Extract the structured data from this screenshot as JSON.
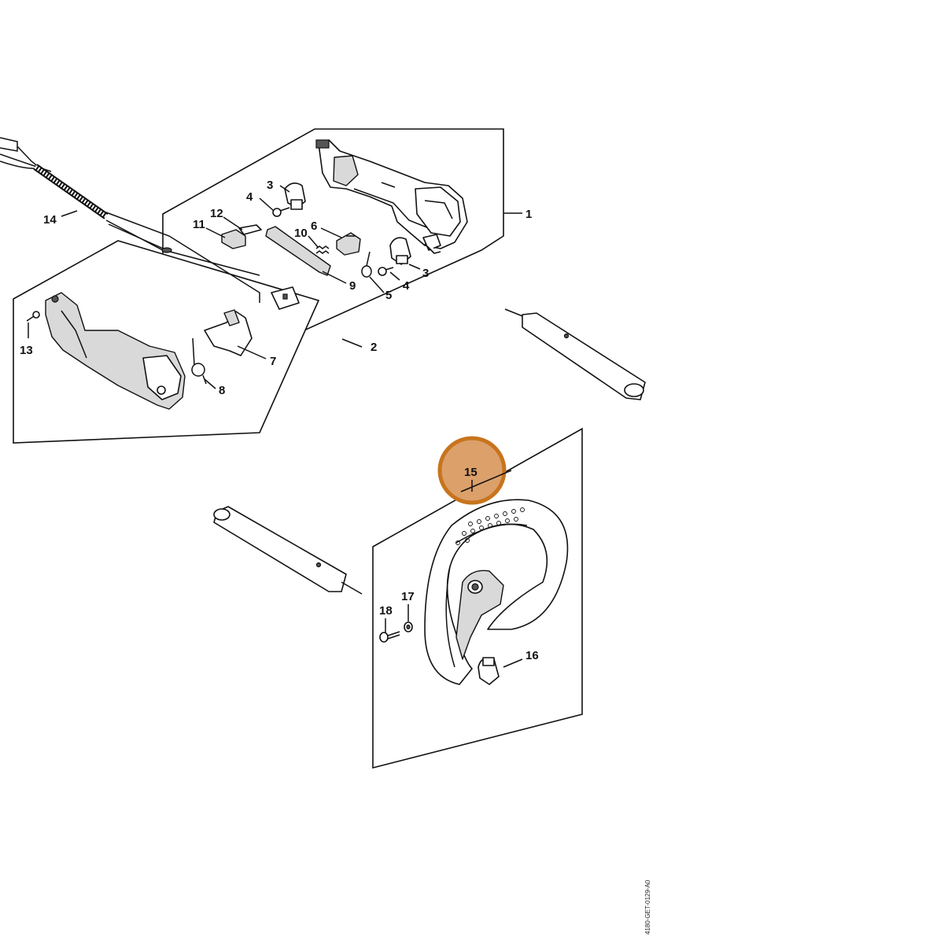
{
  "diagram": {
    "highlight_color": "#c8741e",
    "highlight_fill": "#dca06a",
    "highlighted_part": "15",
    "doc_id": "4180-GET-0129-A0",
    "labels": {
      "p1": "1",
      "p2": "2",
      "p3a": "3",
      "p3b": "3",
      "p4a": "4",
      "p4b": "4",
      "p5": "5",
      "p6": "6",
      "p7": "7",
      "p8": "8",
      "p9": "9",
      "p10": "10",
      "p11": "11",
      "p12": "12",
      "p13": "13",
      "p14": "14",
      "p15": "15",
      "p16": "16",
      "p17": "17",
      "p18": "18"
    }
  }
}
